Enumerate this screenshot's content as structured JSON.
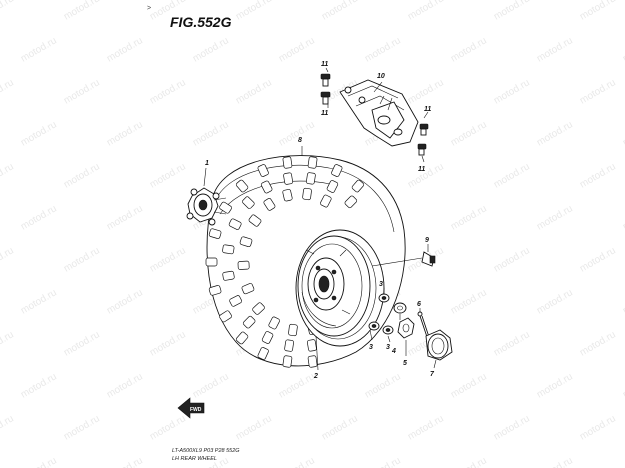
{
  "header": {
    "corner_mark": ">",
    "figure_title": "FIG.552G"
  },
  "watermark_text": "motod.ru",
  "callouts": {
    "hub": "1",
    "rim": "2",
    "nut_a": "3",
    "nut_b": "3",
    "nut_c": "3",
    "washer": "4",
    "hub_nut": "5",
    "cotter_pin": "6",
    "cap": "7",
    "tire": "8",
    "valve": "9",
    "bracket": "10",
    "bolt_a": "11",
    "bolt_b": "11",
    "bolt_c": "11",
    "bolt_d": "11"
  },
  "direction_label": "FWD",
  "caption": {
    "line1": "LT-A500XL9  P03  P28  552G",
    "line2": "LH REAR WHEEL"
  }
}
